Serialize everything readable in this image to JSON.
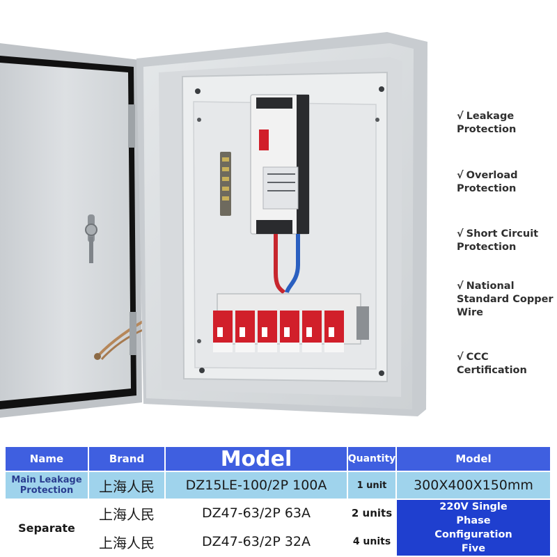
{
  "features": [
    {
      "check": "√",
      "text": "Leakage Protection"
    },
    {
      "check": "√",
      "text": "Overload Protection"
    },
    {
      "check": "√",
      "text": "Short Circuit Protection"
    },
    {
      "check": "√",
      "text": "National Standard Copper Wire"
    },
    {
      "check": "√",
      "text": "CCC Certification"
    }
  ],
  "table": {
    "headers": {
      "name": "Name",
      "brand": "Brand",
      "model": "Model",
      "quantity": "Quantity",
      "model2": "Model"
    },
    "rows": [
      {
        "name": "Main Leakage Protection",
        "brand": "上海人民",
        "model": "DZ15LE-100/2P 100A",
        "quantity": "1 unit"
      },
      {
        "brand": "上海人民",
        "model": "DZ47-63/2P 63A",
        "quantity": "2 units"
      },
      {
        "brand": "上海人民",
        "model": "DZ47-63/2P 32A",
        "quantity": "4 units"
      }
    ],
    "separate_label": "Separate",
    "dimensions": "300X400X150mm",
    "configuration": "220V Single Phase Configuration Five"
  },
  "colors": {
    "header_blue": "#3f5fe0",
    "row_light_blue": "#9fd3ec",
    "config_dark_blue": "#1f3fcf",
    "enclosure_grey": "#d9dcdf",
    "breaker_red": "#d11f2a"
  }
}
